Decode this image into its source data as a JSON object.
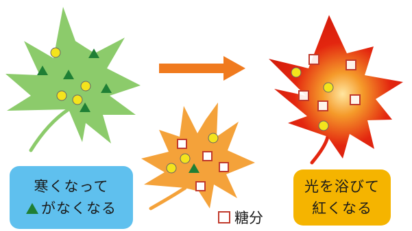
{
  "colors": {
    "green_leaf": "#8ccb6b",
    "orange_leaf": "#f4a23a",
    "red_leaf": "#e3260f",
    "arrow": "#f07a1e",
    "yellow_dot": "#f4e41c",
    "green_triangle": "#1f7f35",
    "sugar_square_border": "#c0392b",
    "blue_box": "#5fc0ee",
    "orange_box": "#f5b400"
  },
  "cold_box": {
    "line1": "寒くなって",
    "line2": "がなくなる",
    "icon": "green-triangle"
  },
  "light_box": {
    "line1": "光を浴びて",
    "line2": "紅くなる"
  },
  "legend": {
    "icon": "red-outline-square",
    "label": "糖分"
  }
}
